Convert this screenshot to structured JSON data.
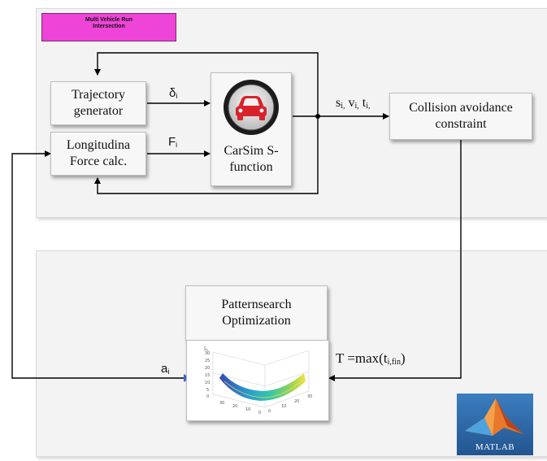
{
  "top_panel": {
    "tag_line1": "Multi Vehicle Run",
    "tag_line2": "Intersection"
  },
  "blocks": {
    "trajectory": {
      "line1": "Trajectory",
      "line2": "generator"
    },
    "longitudinal": {
      "line1": "Longitudina",
      "line2": "Force calc."
    },
    "carsim": {
      "line1": "CarSim S-",
      "line2": "function",
      "icon": "car-icon"
    },
    "collision": {
      "line1": "Collision avoidance",
      "line2": "constraint"
    },
    "patternsearch": {
      "line1": "Patternsearch",
      "line2": "Optimization"
    },
    "matlab_logo": {
      "text": "MATLAB"
    }
  },
  "signals": {
    "delta": {
      "sym": "δ",
      "sub": "i"
    },
    "force": {
      "sym": "F",
      "sub": "i"
    },
    "svt": {
      "s": "s",
      "s_sub": "i,",
      "v": " v",
      "v_sub": "i,",
      "t": " t",
      "t_sub": "i,"
    },
    "accel": {
      "sym": "a",
      "sub": "i"
    },
    "tmax": {
      "prefix": "T =max(t",
      "sub": "i,fin",
      "suffix": ")"
    }
  },
  "plot": {
    "y_ticks": [
      "30",
      "25",
      "20",
      "15",
      "10",
      "5",
      "0"
    ],
    "x_ticks": [
      "30",
      "20",
      "10",
      "0"
    ],
    "z_ticks": [
      "0",
      "10",
      "20",
      "30"
    ]
  },
  "colors": {
    "tag": "#ee44d8",
    "car_red": "#d8232a",
    "matlab_bg": "#2d6aa6",
    "matlab_orange": "#e8792a"
  }
}
